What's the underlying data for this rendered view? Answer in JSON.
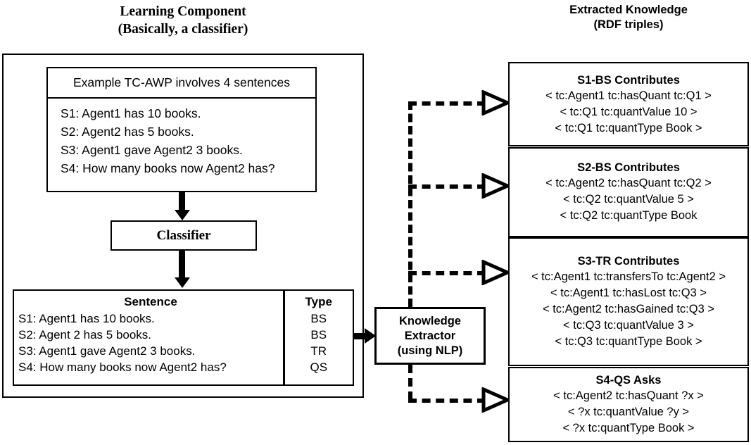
{
  "headings": {
    "left": "Learning Component\n(Basically, a classifier)",
    "right": "Extracted Knowledge\n(RDF triples)"
  },
  "example_box": {
    "header": "Example TC-AWP involves 4 sentences",
    "sentences": [
      "S1: Agent1 has 10 books.",
      "S2: Agent2 has 5 books.",
      "S3: Agent1 gave Agent2 3 books.",
      "S4: How many books now Agent2 has?"
    ]
  },
  "classifier": {
    "label": "Classifier"
  },
  "sentence_table": {
    "columns": [
      "Sentence",
      "Type"
    ],
    "rows": [
      {
        "sentence": "S1: Agent1 has 10 books.",
        "type": "BS"
      },
      {
        "sentence": "S2: Agent 2 has 5 books.",
        "type": "BS"
      },
      {
        "sentence": "S3: Agent1 gave Agent2 3 books.",
        "type": "TR"
      },
      {
        "sentence": "S4: How many books now Agent2 has?",
        "type": "QS"
      }
    ]
  },
  "extractor": {
    "line1": "Knowledge",
    "line2": "Extractor",
    "line3": "(using NLP)"
  },
  "panels": [
    {
      "title": "S1-BS Contributes",
      "triples": [
        "< tc:Agent1 tc:hasQuant tc:Q1 >",
        "< tc:Q1 tc:quantValue 10 >",
        "< tc:Q1 tc:quantType Book >"
      ]
    },
    {
      "title": "S2-BS Contributes",
      "triples": [
        "< tc:Agent2 tc:hasQuant tc:Q2 >",
        "< tc:Q2 tc:quantValue 5 >",
        "< tc:Q2 tc:quantType Book"
      ]
    },
    {
      "title": "S3-TR Contributes",
      "triples": [
        "< tc:Agent1 tc:transfersTo tc:Agent2 >",
        "< tc:Agent1 tc:hasLost tc:Q3 >",
        "< tc:Agent2 tc:hasGained tc:Q3 >",
        "< tc:Q3 tc:quantValue 3 >",
        "< tc:Q3 tc:quantType Book >"
      ]
    },
    {
      "title": "S4-QS Asks",
      "triples": [
        "< tc:Agent2 tc:hasQuant ?x >",
        "< ?x tc:quantValue ?y >",
        "< ?x tc:quantType Book >"
      ]
    }
  ],
  "colors": {
    "ink": "#000000",
    "paper": "#ffffff"
  }
}
